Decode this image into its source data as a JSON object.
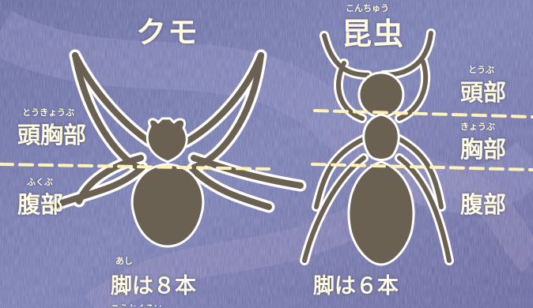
{
  "colors": {
    "background": "#6d71a4",
    "silhouette": "#6b6152",
    "outline": "#ffffff",
    "text": "#fffbe0",
    "divider": "#fff3b8"
  },
  "spider": {
    "title": "クモ",
    "parts": [
      {
        "label": "頭胸部",
        "ruby": "とうきょうぶ"
      },
      {
        "label": "腹部",
        "ruby": "ふくぶ"
      }
    ],
    "legs": {
      "label": "脚は８本",
      "ruby": "あし"
    },
    "cut_ruby": "こうかくるい"
  },
  "insect": {
    "title": "昆虫",
    "title_ruby": "こんちゅう",
    "parts": [
      {
        "label": "頭部",
        "ruby": "とうぶ"
      },
      {
        "label": "胸部",
        "ruby": "きょうぶ"
      },
      {
        "label": "腹部",
        "ruby": ""
      }
    ],
    "legs": {
      "label": "脚は６本"
    }
  }
}
